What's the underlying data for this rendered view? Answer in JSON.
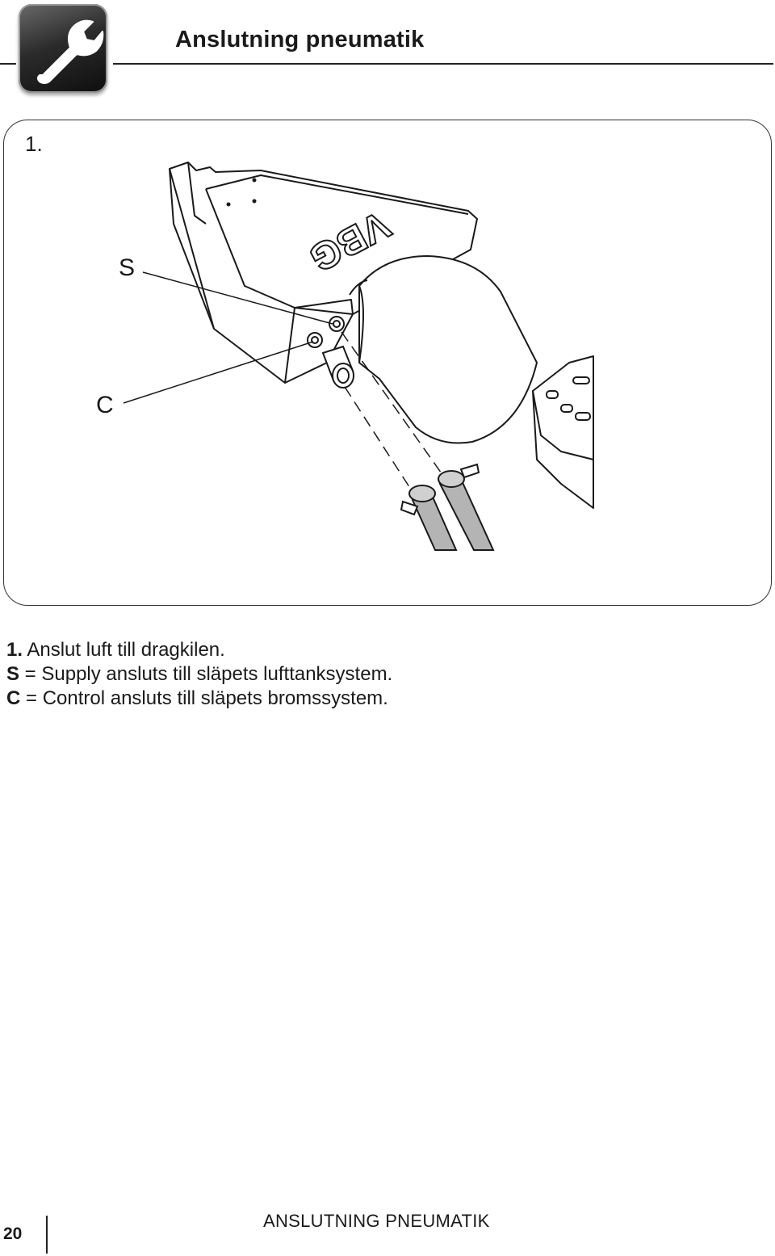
{
  "header": {
    "icon": "wrench-icon",
    "title": "Anslutning pneumatik"
  },
  "figure": {
    "step_number": "1.",
    "callouts": [
      {
        "letter": "S"
      },
      {
        "letter": "C"
      }
    ],
    "brand_logo": "VBG"
  },
  "caption": {
    "step": {
      "num": "1.",
      "text": " Anslut luft till dragkilen."
    },
    "supply": {
      "key": "S",
      "text": " = Supply ansluts till släpets lufttanksystem."
    },
    "control": {
      "key": "C",
      "text": " = Control ansluts till släpets bromssystem."
    }
  },
  "footer": {
    "page_number": "20",
    "section_title": "ANSLUTNING PNEUMATIK"
  }
}
